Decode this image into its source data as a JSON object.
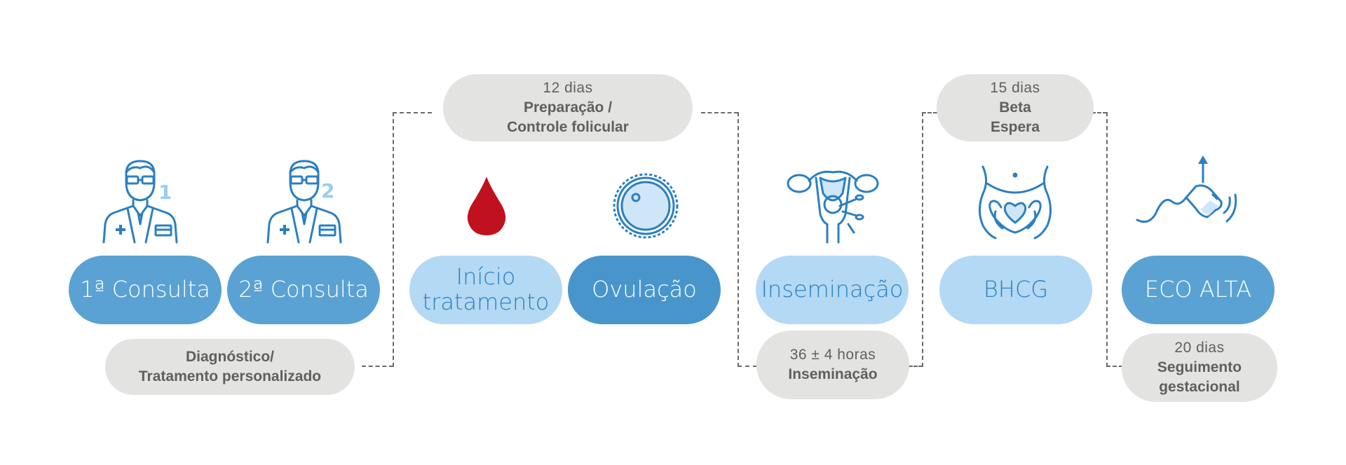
{
  "steps": {
    "consulta1": "1ª Consulta",
    "consulta2": "2ª Consulta",
    "inicio_line1": "Início",
    "inicio_line2": "tratamento",
    "ovulacao": "Ovulação",
    "inseminacao": "Inseminação",
    "bhcg": "BHCG",
    "eco": "ECO ALTA"
  },
  "phases": {
    "diagnostico": {
      "line1": "Diagnóstico/",
      "line2": "Tratamento personalizado"
    },
    "preparacao": {
      "days": "12 dias",
      "line1": "Preparação /",
      "line2": "Controle folicular"
    },
    "inseminacao": {
      "days": "36 ± 4 horas",
      "line1": "Inseminação"
    },
    "beta": {
      "days": "15 dias",
      "line1": "Beta",
      "line2": "Espera"
    },
    "seguimento": {
      "days": "20 dias",
      "line1": "Seguimento",
      "line2": "gestacional"
    }
  },
  "icons": {
    "doctor1": {
      "name": "doctor-icon",
      "badge": "1"
    },
    "doctor2": {
      "name": "doctor-icon",
      "badge": "2"
    },
    "blood": "blood-drop-icon",
    "ovum": "ovum-icon",
    "uterus": "uterus-insemination-icon",
    "belly": "pregnant-belly-heart-icon",
    "ultrasound": "ultrasound-probe-icon"
  },
  "colors": {
    "step_mid": "#5aa2d3",
    "step_dark": "#4895cc",
    "step_light": "#b4d9f4",
    "step_light_text": "#2b7fc1",
    "phase_bg": "#e3e3e2",
    "phase_text": "#5f5f5f",
    "icon_blue": "#2b7fc1",
    "icon_light": "#9ccdf0",
    "blood_red": "#c0111f"
  }
}
